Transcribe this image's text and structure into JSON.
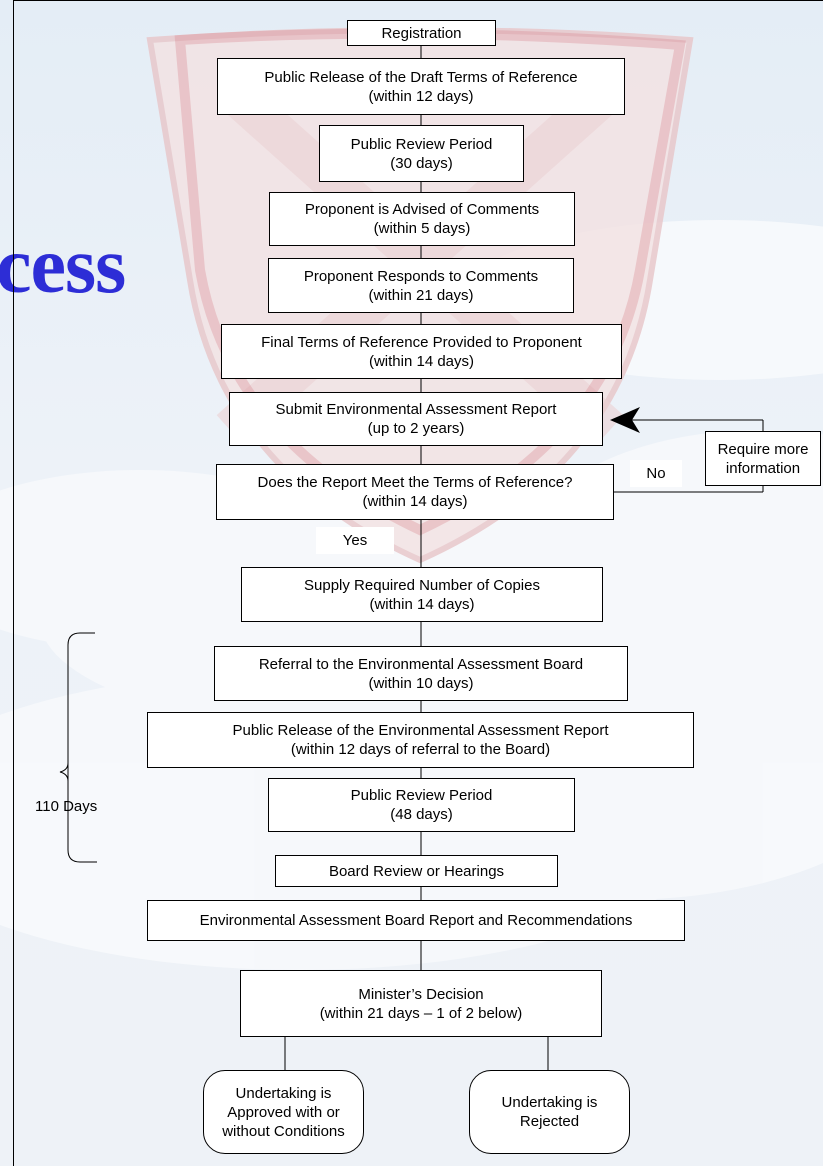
{
  "heading": {
    "text": "cess"
  },
  "steps": [
    {
      "line1": "Registration",
      "line2": ""
    },
    {
      "line1": "Public Release of the Draft Terms of Reference",
      "line2": "(within 12 days)"
    },
    {
      "line1": "Public Review Period",
      "line2": "(30 days)"
    },
    {
      "line1": "Proponent is Advised of Comments",
      "line2": "(within 5 days)"
    },
    {
      "line1": "Proponent Responds to Comments",
      "line2": "(within 21 days)"
    },
    {
      "line1": "Final Terms of Reference Provided to Proponent",
      "line2": "(within 14 days)"
    },
    {
      "line1": "Submit Environmental Assessment Report",
      "line2": "(up to 2 years)"
    },
    {
      "line1": "Does the Report Meet the Terms of Reference?",
      "line2": "(within 14 days)"
    },
    {
      "line1": "Supply Required Number of Copies",
      "line2": "(within 14 days)"
    },
    {
      "line1": "Referral to the Environmental Assessment Board",
      "line2": "(within 10 days)"
    },
    {
      "line1": "Public Release of the Environmental Assessment Report",
      "line2": "(within 12 days of referral to the Board)"
    },
    {
      "line1": "Public Review Period",
      "line2": "(48 days)"
    },
    {
      "line1": "Board Review or Hearings",
      "line2": ""
    },
    {
      "line1": "Environmental Assessment Board Report and Recommendations",
      "line2": ""
    },
    {
      "line1": "Minister’s Decision",
      "line2": "(within 21 days – 1 of 2 below)"
    }
  ],
  "outcomes": {
    "approved": {
      "line1": "Undertaking is",
      "line2": "Approved with or",
      "line3": "without Conditions"
    },
    "rejected": {
      "line1": "Undertaking is",
      "line2": "Rejected"
    }
  },
  "branch_labels": {
    "no": "No",
    "yes": "Yes",
    "require_more_info": {
      "line1": "Require more",
      "line2": "information"
    }
  },
  "bracket_label": "110 Days"
}
